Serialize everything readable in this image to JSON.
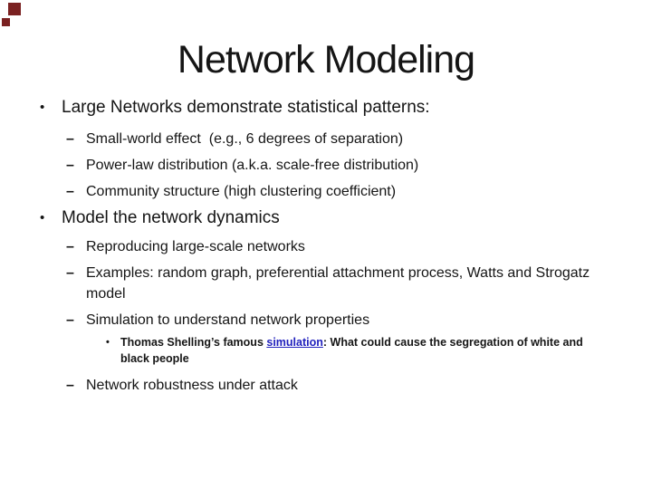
{
  "slide": {
    "title": "Network Modeling",
    "background_color": "#ffffff",
    "decor_color": "#7a2121",
    "text_color": "#151515"
  },
  "icons": {
    "bullet": "•",
    "dash": "–"
  },
  "content": {
    "section1": {
      "heading": "Large Networks demonstrate statistical patterns:",
      "items": [
        "Small-world effect  (e.g., 6 degrees of separation)",
        "Power-law distribution (a.k.a. scale-free distribution)",
        "Community structure (high clustering coefficient)"
      ]
    },
    "section2": {
      "heading": "Model the network dynamics",
      "items": [
        "Reproducing large-scale networks",
        "Examples: random graph, preferential attachment process, Watts and Strogatz model",
        "Simulation to understand network properties"
      ],
      "note": {
        "prefix": "Thomas Shelling’s famous ",
        "link_text": "simulation",
        "link_color": "#2121bd",
        "suffix": ": What could cause the segregation of white and black people"
      },
      "last_item": "Network robustness under attack"
    }
  }
}
